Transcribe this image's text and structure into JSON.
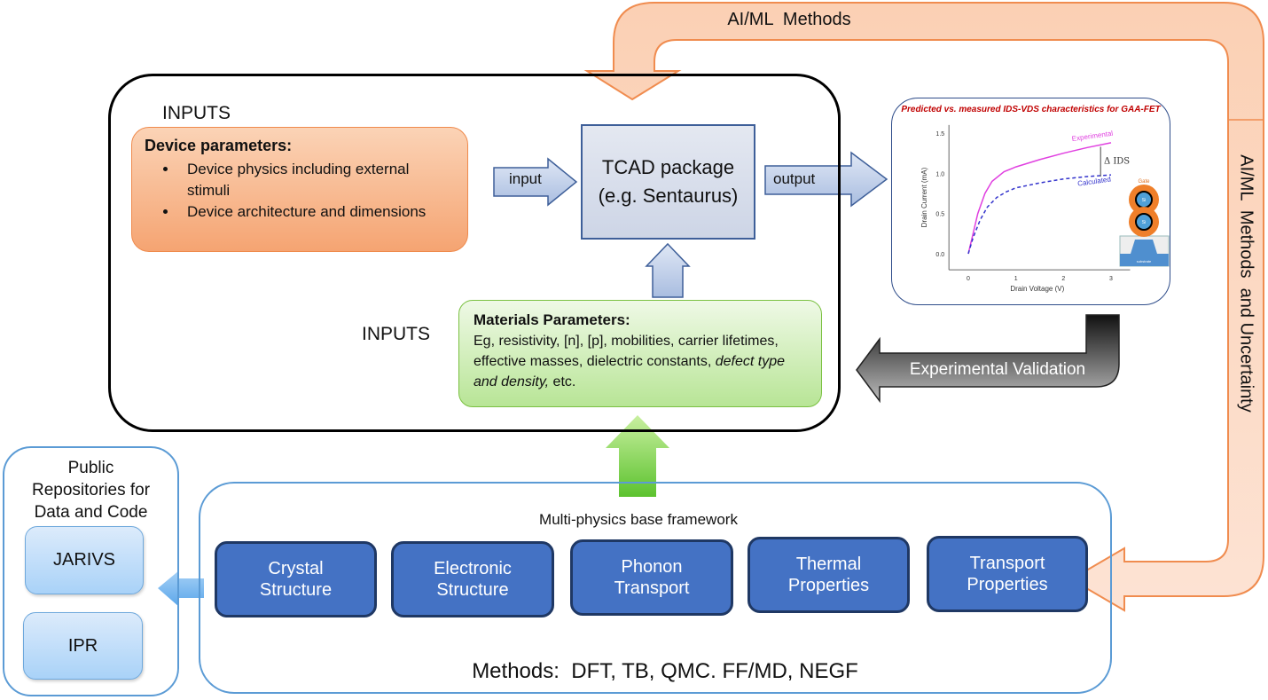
{
  "colors": {
    "ai_ml_arrow": "#f08c4f",
    "framework_box": "#4472c4",
    "materials_box": "#7bc142",
    "device_box": "#f5a472",
    "experimental_curve": "#e040e0",
    "calculated_curve": "#3333cc",
    "inset_title": "#c00000"
  },
  "ai_ml": {
    "top_label": "AI/ML  Methods",
    "side_label": "AI/ML  Methods  and Uncertainty"
  },
  "inputs": {
    "top_label": "INPUTS",
    "middle_label": "INPUTS",
    "device": {
      "title": "Device parameters:",
      "items": [
        "Device physics including external stimuli",
        "Device architecture and dimensions"
      ]
    },
    "tcad": {
      "line1": "TCAD package",
      "line2": "(e.g. Sentaurus)"
    },
    "input_arrow_label": "input",
    "output_arrow_label": "output",
    "materials": {
      "title": "Materials Parameters:",
      "text_plain": "Eg, resistivity, [n], [p], mobilities, carrier lifetimes, effective masses, dielectric constants, ",
      "text_italic": "defect type and density,",
      "text_end": " etc."
    }
  },
  "experimental_validation_label": "Experimental Validation",
  "chart_data": {
    "type": "line",
    "title": "Predicted vs. measured IDS-VDS characteristics for GAA-FET",
    "xlabel": "Drain Voltage (V)",
    "ylabel": "Drain Current (mA)",
    "xlim": [
      -0.5,
      3.4
    ],
    "ylim": [
      -0.2,
      1.6
    ],
    "xticks": [
      "0",
      "1",
      "2",
      "3"
    ],
    "yticks": [
      "0.0",
      "0.5",
      "1.0",
      "1.5"
    ],
    "series": [
      {
        "name": "Experimental",
        "x": [
          0,
          0.1,
          0.2,
          0.35,
          0.5,
          0.75,
          1.0,
          1.5,
          2.0,
          2.5,
          3.0
        ],
        "y": [
          0,
          0.25,
          0.5,
          0.75,
          0.9,
          1.02,
          1.08,
          1.17,
          1.25,
          1.32,
          1.38
        ]
      },
      {
        "name": "Calculated",
        "x": [
          0,
          0.1,
          0.25,
          0.4,
          0.6,
          0.8,
          1.0,
          1.5,
          2.0,
          2.5,
          3.0
        ],
        "y": [
          0,
          0.2,
          0.42,
          0.58,
          0.7,
          0.77,
          0.82,
          0.88,
          0.93,
          0.96,
          0.98
        ]
      }
    ],
    "annotation": "Δ IDS",
    "device_labels": {
      "gate": "Gate",
      "channel": "Si",
      "substrate": "substrate"
    }
  },
  "framework": {
    "title": "Multi-physics base framework",
    "modules": [
      "Crystal Structure",
      "Electronic Structure",
      "Phonon Transport",
      "Thermal Properties",
      "Transport Properties"
    ],
    "methods": "Methods:  DFT, TB, QMC. FF/MD, NEGF"
  },
  "repositories": {
    "title": "Public Repositories for Data and Code",
    "items": [
      "JARIVS",
      "IPR"
    ]
  }
}
